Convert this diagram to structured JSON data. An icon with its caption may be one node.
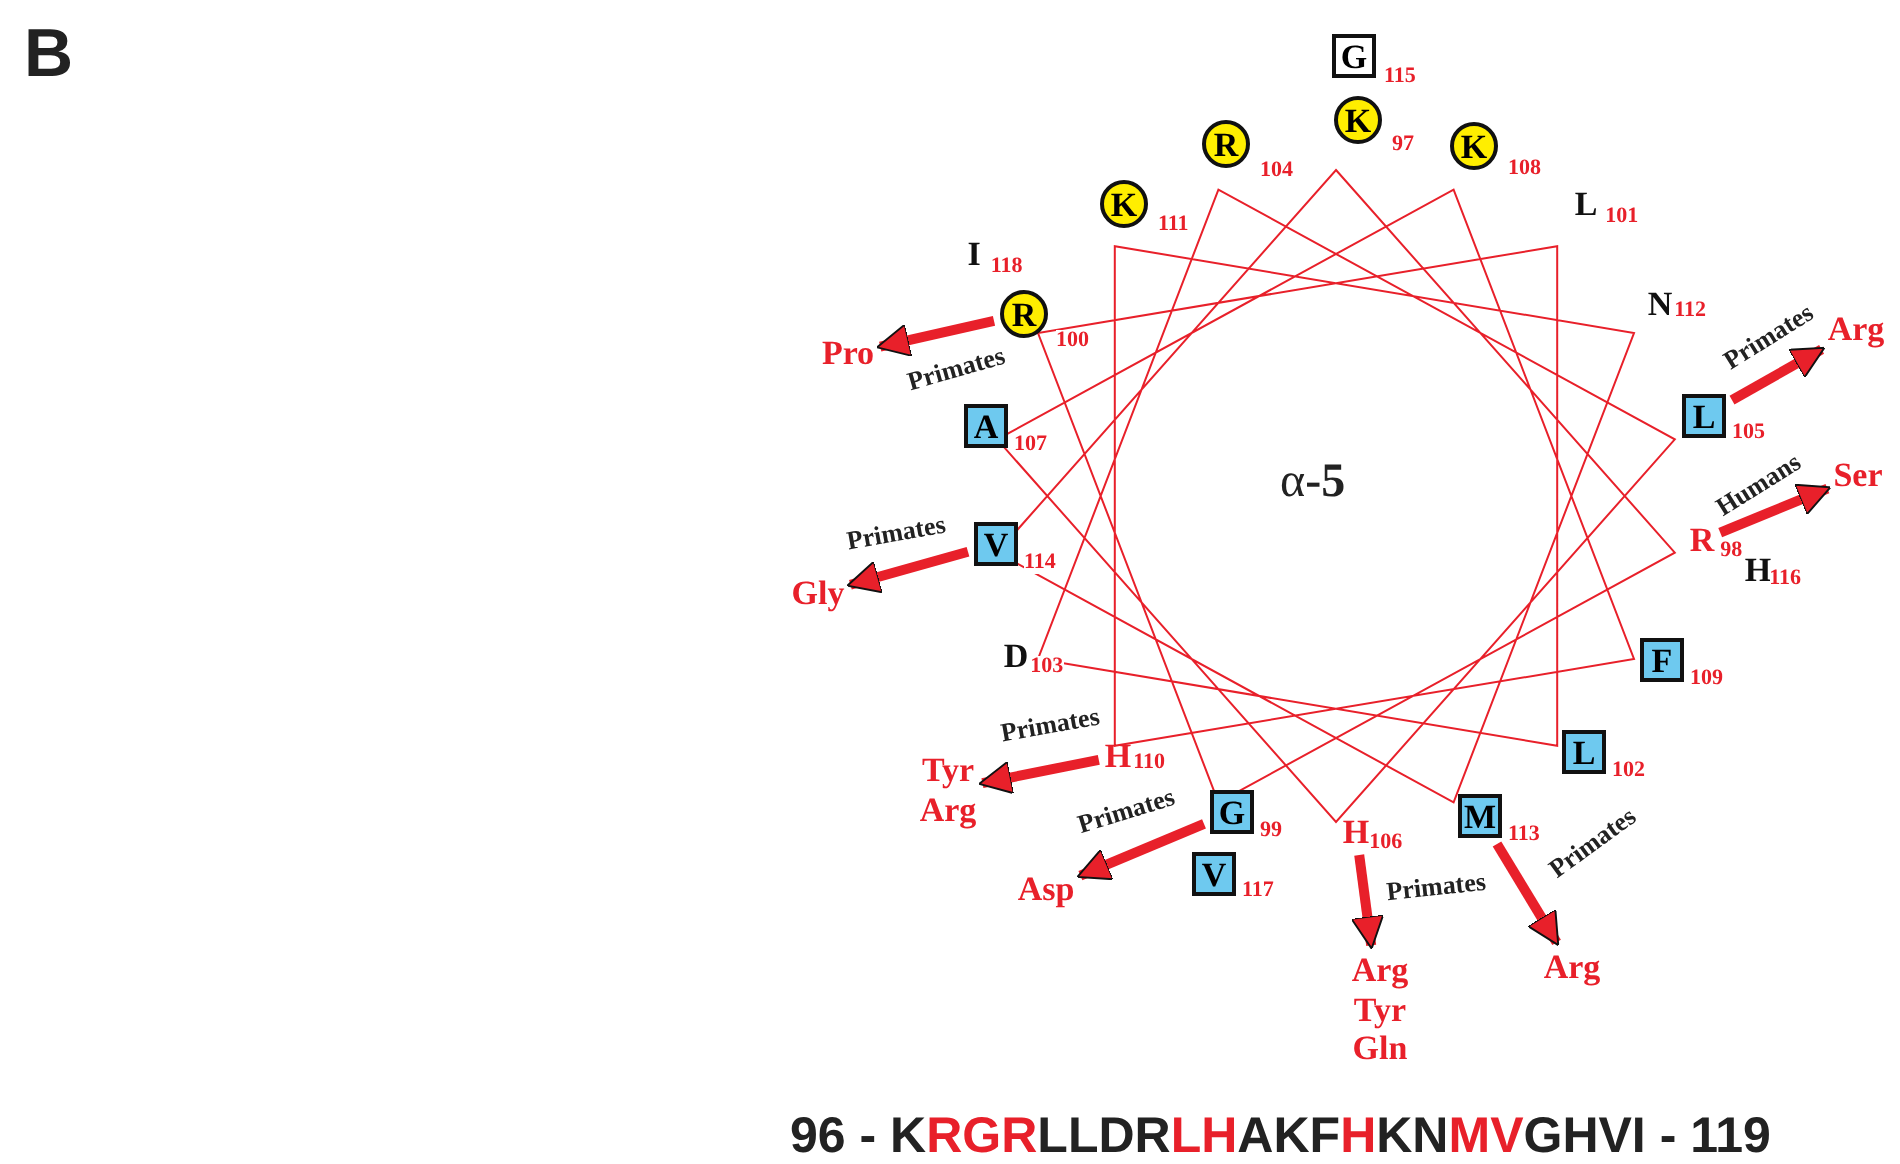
{
  "diagram": {
    "nodes": [
      {
        "text": [
          "G"
        ],
        "beside": [
          "115"
        ]
      },
      {
        "text": [
          "K"
        ],
        "beside": [
          "97"
        ]
      },
      {
        "text": [
          "R"
        ],
        "beside": [
          "104"
        ]
      },
      {
        "text": [
          "K"
        ],
        "beside": [
          "108"
        ]
      },
      {
        "text": [
          "L"
        ],
        "beside": [
          "101"
        ]
      },
      {
        "text": [
          "K"
        ],
        "beside": [
          "111"
        ]
      },
      {
        "text": [
          "I"
        ],
        "beside": [
          "118"
        ]
      },
      {
        "text": [
          "N"
        ],
        "beside": [
          "112"
        ]
      },
      {
        "text": [
          "R"
        ],
        "beside": [
          "100"
        ]
      },
      {
        "text": [
          "Pro"
        ]
      },
      {
        "text": [
          "Arg"
        ]
      },
      {
        "text": [
          "L"
        ],
        "beside": [
          "105"
        ]
      },
      {
        "text": [
          "A"
        ],
        "beside": [
          "107"
        ]
      },
      {
        "text": [
          "Ser"
        ]
      },
      {
        "text": [
          "R"
        ],
        "beside": [
          "98"
        ]
      },
      {
        "text": [
          "V"
        ],
        "beside": [
          "114"
        ]
      },
      {
        "text": [
          "H"
        ],
        "beside": [
          "116"
        ]
      },
      {
        "text": [
          "Gly"
        ]
      },
      {
        "text": [
          "D"
        ],
        "beside": [
          "103"
        ]
      },
      {
        "text": [
          "F"
        ],
        "beside": [
          "109"
        ]
      },
      {
        "text": [
          "L"
        ],
        "beside": [
          "102"
        ]
      },
      {
        "text": [
          "H"
        ],
        "beside": [
          "110"
        ]
      },
      {
        "text": [
          "Tyr Arg"
        ]
      },
      {
        "text": [
          "G"
        ],
        "beside": [
          "99"
        ]
      },
      {
        "text": [
          "M"
        ],
        "beside": [
          "113"
        ]
      },
      {
        "text": [
          "H"
        ],
        "beside": [
          "106"
        ]
      },
      {
        "text": [
          "V"
        ],
        "beside": [
          "117"
        ]
      },
      {
        "text": [
          "Asp"
        ]
      },
      {
        "text": [
          "Arg"
        ]
      },
      {
        "text": [
          "Arg Tyr Gln"
        ]
      }
    ],
    "edges": [
      {
        "from": 8,
        "to": 9,
        "arrow": "to",
        "label": "Primates"
      },
      {
        "from": 11,
        "to": 10,
        "arrow": "to",
        "label": "Primates"
      },
      {
        "from": 14,
        "to": 13,
        "arrow": "to",
        "label": "Humans"
      },
      {
        "from": 15,
        "to": 17,
        "arrow": "to",
        "label": "Primates"
      },
      {
        "from": 21,
        "to": 22,
        "arrow": "to",
        "label": "Primates"
      },
      {
        "from": 23,
        "to": 27,
        "arrow": "to",
        "label": "Primates"
      },
      {
        "from": 25,
        "to": 29,
        "arrow": "to",
        "label": "Primates"
      },
      {
        "from": 24,
        "to": 28,
        "arrow": "to",
        "label": "Primates"
      }
    ],
    "labels": [
      "B",
      "α**-5**",
      "96 - KRGRLLDRLHAKFHKNMVGHVI - 119"
    ]
  }
}
